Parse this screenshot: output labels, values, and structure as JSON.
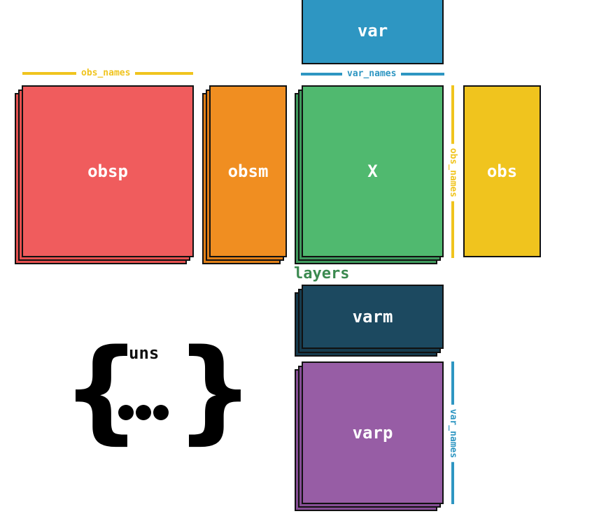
{
  "blocks": {
    "var": {
      "label": "var",
      "color": "#2e96c2"
    },
    "obsp": {
      "label": "obsp",
      "color": "#f05c5d"
    },
    "obsm": {
      "label": "obsm",
      "color": "#f08e21"
    },
    "X": {
      "label": "X",
      "color": "#50b96f"
    },
    "obs": {
      "label": "obs",
      "color": "#f0c41e"
    },
    "varm": {
      "label": "varm",
      "color": "#1c4960"
    },
    "varp": {
      "label": "varp",
      "color": "#975da5"
    }
  },
  "stack_colors": {
    "obsp": "#e5504f",
    "obsm": "#e07f17",
    "X": "#3f9a5d",
    "varm": "#163b4e",
    "varp": "#864e96"
  },
  "annotations": {
    "obs_names": {
      "label": "obs_names",
      "color": "#f0c41e"
    },
    "var_names": {
      "label": "var_names",
      "color": "#2e96c2"
    }
  },
  "layers": {
    "label": "layers",
    "color": "#3b8a50"
  },
  "uns": {
    "label": "uns",
    "open_brace": "{",
    "close_brace": "}"
  }
}
